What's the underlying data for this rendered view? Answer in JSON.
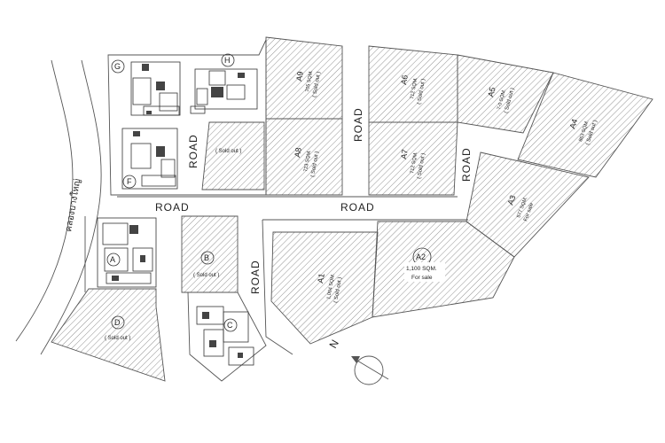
{
  "canal_label": "คลองบางใหญ่",
  "roads": {
    "road_label": "ROAD"
  },
  "plots": {
    "A1": {
      "code": "A1",
      "area": "1,004 SQM.",
      "status": "( Sold out )"
    },
    "A2": {
      "code": "A2",
      "area": "1,100 SQM.",
      "status": "For sale"
    },
    "A3": {
      "code": "A3",
      "area": "577 SQM.",
      "status": "For sale"
    },
    "A4": {
      "code": "A4",
      "area": "863 SQM.",
      "status": "( Sold out )"
    },
    "A5": {
      "code": "A5",
      "area": "7-0 SQM.",
      "status": "( Sold out )"
    },
    "A6": {
      "code": "A6",
      "area": "712 SQM.",
      "status": "( Sold out )"
    },
    "A7": {
      "code": "A7",
      "area": "712 SQM.",
      "status": "( Sold out )"
    },
    "A8": {
      "code": "A8",
      "area": "723 SQM.",
      "status": "( Sold out )"
    },
    "A9": {
      "code": "A9",
      "area": "705 SQM.",
      "status": "( Sold out )"
    },
    "B": {
      "code": "B",
      "status": "( Sold out )"
    },
    "C": {
      "code": "C"
    },
    "D": {
      "code": "D",
      "status": "( Sold out )"
    },
    "E": {
      "status": "( Sold out )"
    },
    "F": {
      "code": "F"
    },
    "G": {
      "code": "G"
    },
    "H": {
      "code": "H"
    },
    "A": {
      "code": "A"
    }
  },
  "north_arrow": {
    "label": "N"
  },
  "colors": {
    "line": "#555555",
    "hatch": "#777777",
    "building": "#333333"
  }
}
